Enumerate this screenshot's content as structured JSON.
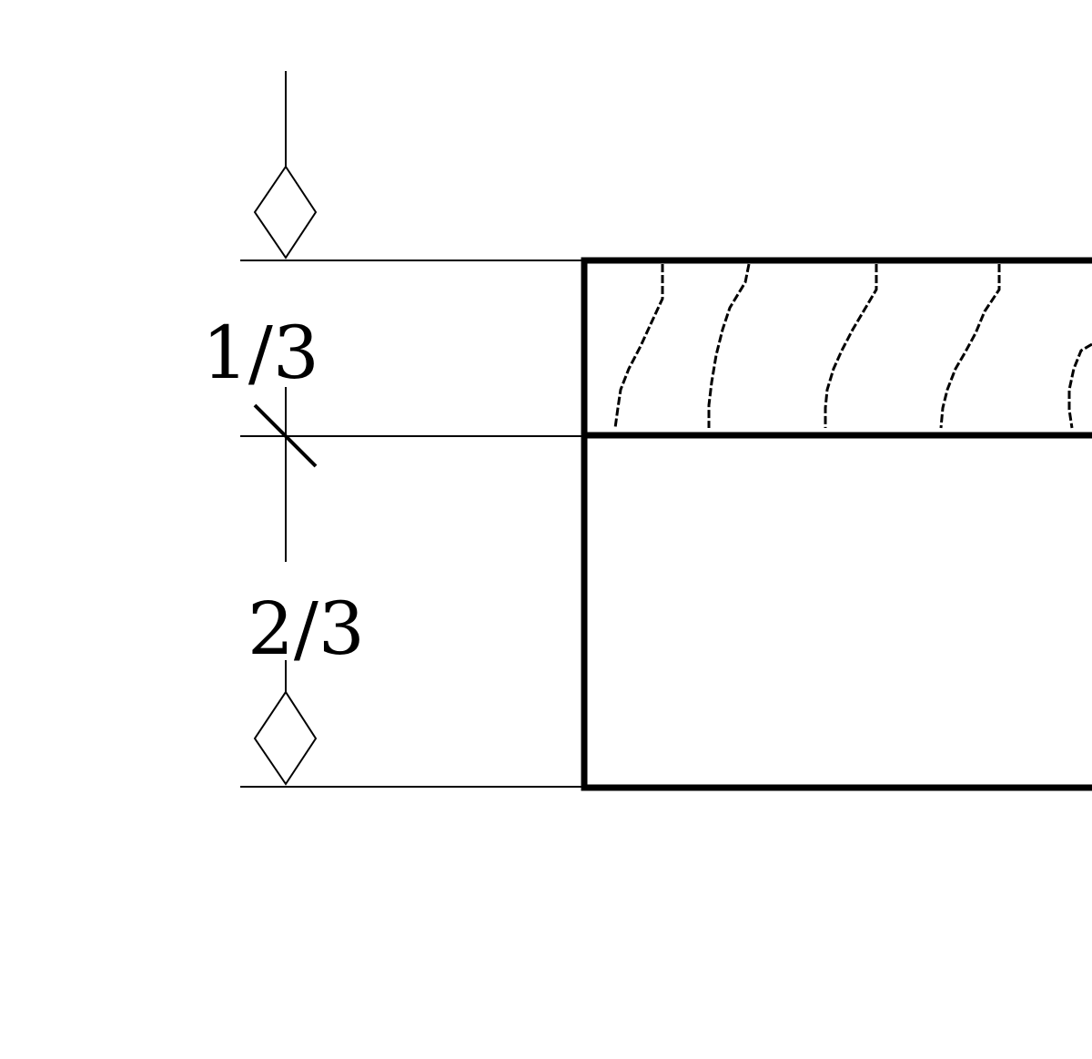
{
  "labels": {
    "upper_fraction": "1/3",
    "lower_fraction": "2/3"
  },
  "icons": {
    "top_marker": "diamond-elevation-marker",
    "bottom_marker": "diamond-elevation-marker"
  },
  "colors": {
    "line": "#000000",
    "background": "#ffffff"
  }
}
